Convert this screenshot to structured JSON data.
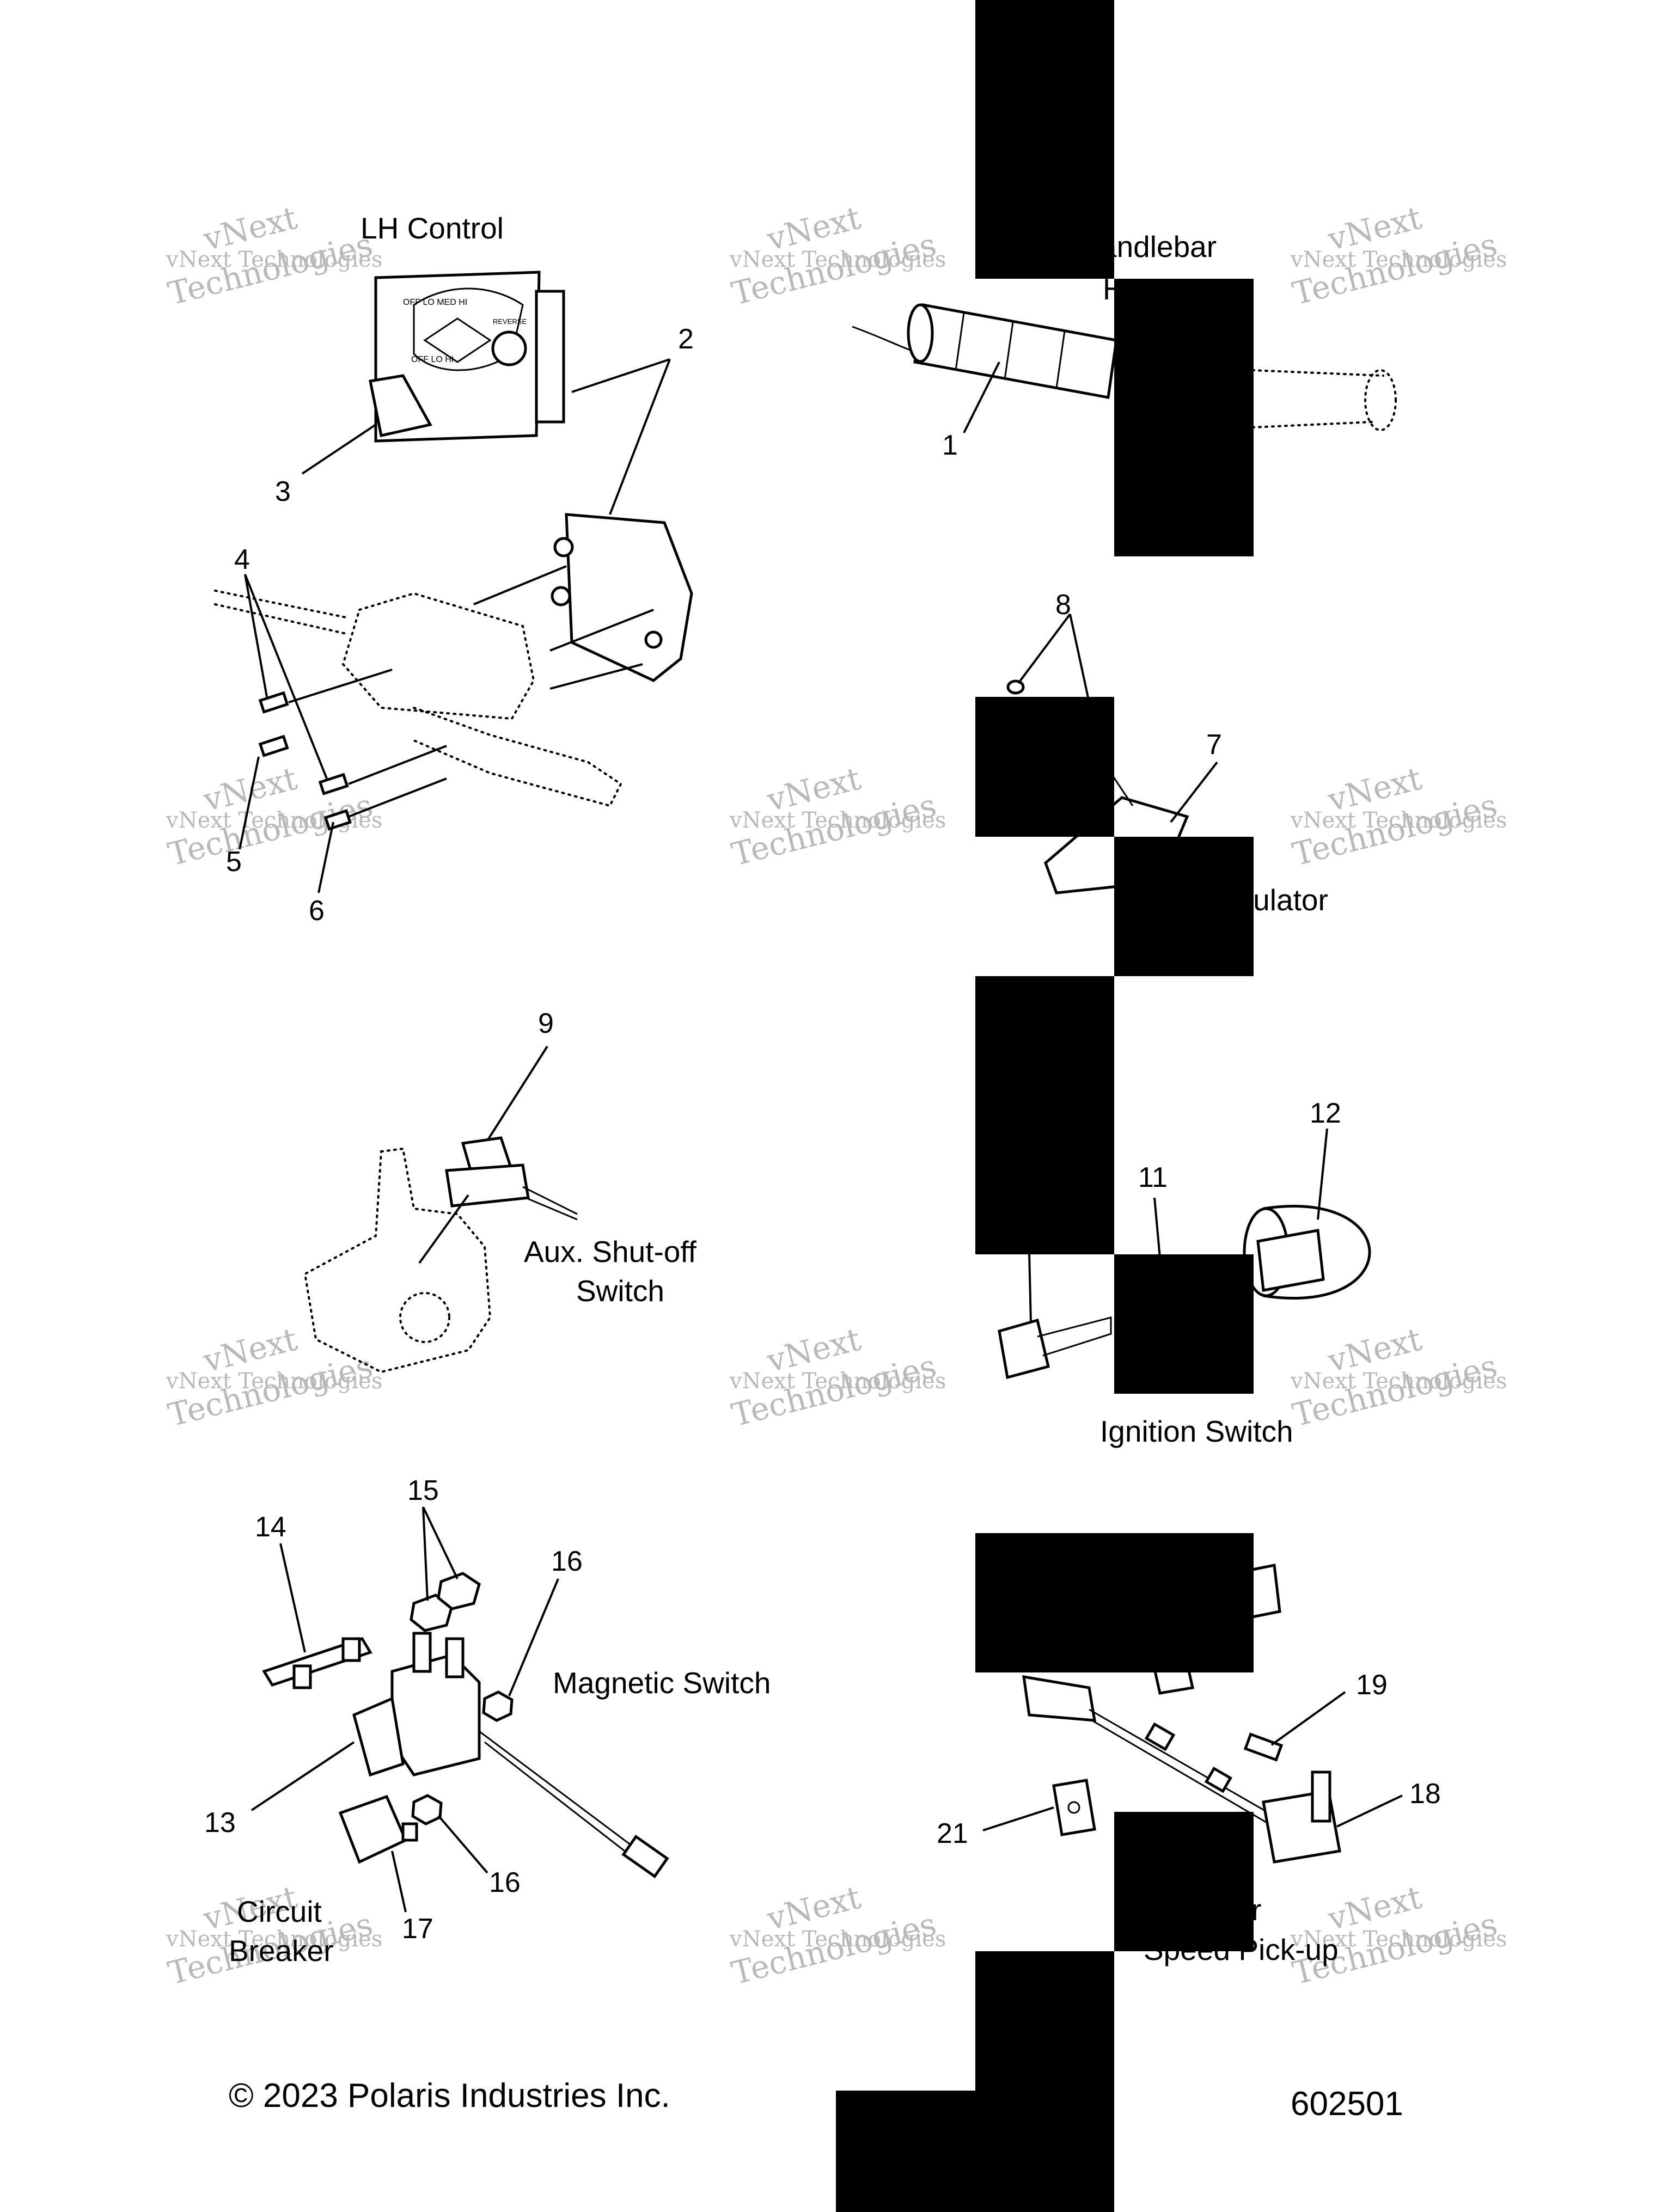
{
  "sections": {
    "lh_control": "LH Control",
    "handlebar": "andlebar",
    "handlebar_fragment": "H",
    "regulator": "egulator",
    "aux_shutoff": [
      "Aux. Shut-off",
      "Switch"
    ],
    "ignition": "Ignition Switch",
    "magnetic": "Magnetic Switch",
    "circuit_breaker": [
      "Circuit",
      "Breaker"
    ],
    "speed_sensor": [
      "sor",
      "Speed Pick-up"
    ]
  },
  "callouts": [
    "1",
    "2",
    "3",
    "4",
    "5",
    "6",
    "7",
    "8",
    "9",
    "11",
    "12",
    "13",
    "14",
    "15",
    "16",
    "16",
    "17",
    "18",
    "19",
    "21"
  ],
  "watermark": {
    "line1": "vNext",
    "line2": "vNext Technologies",
    "line3": "Technologies"
  },
  "footer": {
    "copyright": "© 2023 Polaris Industries Inc.",
    "figure_number": "602501"
  },
  "lh_control_switch_text": [
    "OFF LO MED HI",
    "OFF LO HI",
    "REVERSE"
  ],
  "colors": {
    "ink": "#000000",
    "watermark": "#b9b9b9",
    "background": "#ffffff"
  }
}
